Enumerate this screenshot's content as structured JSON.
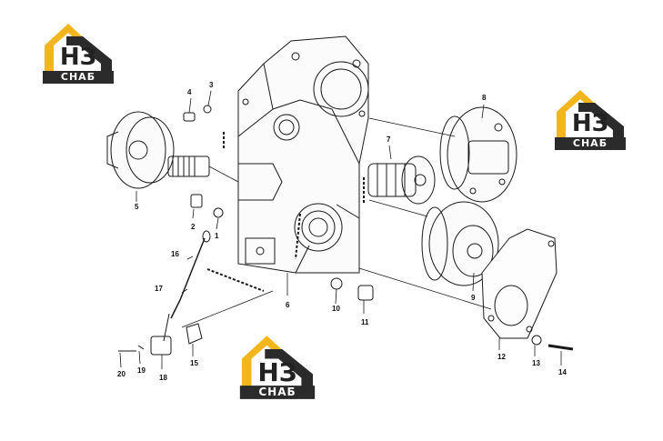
{
  "brand": {
    "mark": "НЗ",
    "word": "СНАБ",
    "accent": "#f2b51c",
    "dark": "#2b2b2b"
  },
  "parts": [
    "1",
    "2",
    "3",
    "4",
    "5",
    "6",
    "7",
    "8",
    "9",
    "10",
    "11",
    "12",
    "13",
    "14",
    "15",
    "16",
    "17",
    "18",
    "19",
    "20"
  ]
}
